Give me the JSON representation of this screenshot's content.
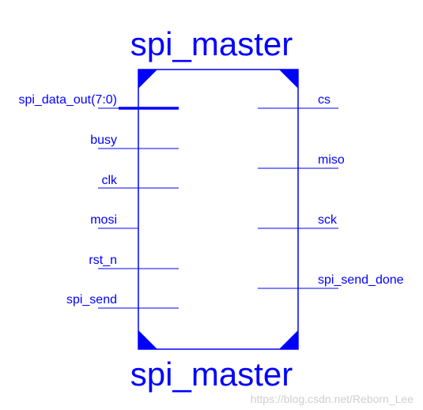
{
  "block": {
    "name_top": "spi_master",
    "name_bottom": "spi_master",
    "left_ports": [
      {
        "label": "spi_data_out(7:0)",
        "bus": true
      },
      {
        "label": "busy",
        "bus": false
      },
      {
        "label": "clk",
        "bus": false
      },
      {
        "label": "mosi",
        "bus": false
      },
      {
        "label": "rst_n",
        "bus": false
      },
      {
        "label": "spi_send",
        "bus": false
      }
    ],
    "right_ports": [
      {
        "label": "cs",
        "bus": false
      },
      {
        "label": "miso",
        "bus": false
      },
      {
        "label": "sck",
        "bus": false
      },
      {
        "label": "spi_send_done",
        "bus": false
      }
    ]
  },
  "watermark": "https://blog.csdn.net/Reborn_Lee",
  "colors": {
    "primary": "#0000ff",
    "watermark": "#cfcfcf",
    "background": "#ffffff"
  }
}
